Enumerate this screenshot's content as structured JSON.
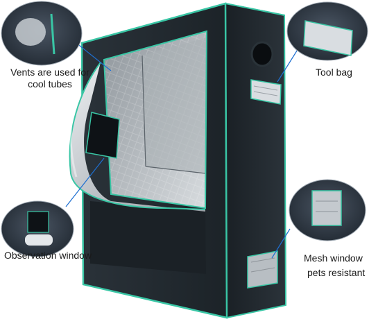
{
  "callouts": {
    "vents": "Vents are used for\ncool tubes",
    "vents_line1": "Vents are used for",
    "vents_line2": "cool tubes",
    "tool_bag": "Tool bag",
    "observation_window": "Observation window",
    "mesh_window_line1": "Mesh window",
    "mesh_window_line2": "pets resistant"
  },
  "colors": {
    "tent_body": "#22292f",
    "tent_side": "#161c21",
    "trim": "#39c6a5",
    "reflective": "#d4d8dc",
    "callout_circle_bg": "#2e3844",
    "pointer_line": "#1e6fd1"
  }
}
